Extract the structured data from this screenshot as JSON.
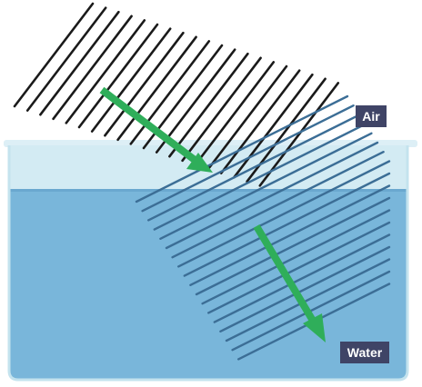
{
  "labels": {
    "air": "Air",
    "water": "Water"
  },
  "colors": {
    "air_band": "#d3ebf3",
    "water": "#7ab7d9",
    "water_deep": "#6fb0d6",
    "tank_edge": "#ddeff6",
    "wave_line_air": "#1a1a1a",
    "wave_line_water": "#3c6e96",
    "arrow": "#2fae5a",
    "arrow_edge": "#1e7a3d",
    "label_bg": "#3f4466",
    "label_text": "#ffffff"
  },
  "icons": [
    "incident-ray-arrow",
    "refracted-ray-arrow"
  ]
}
